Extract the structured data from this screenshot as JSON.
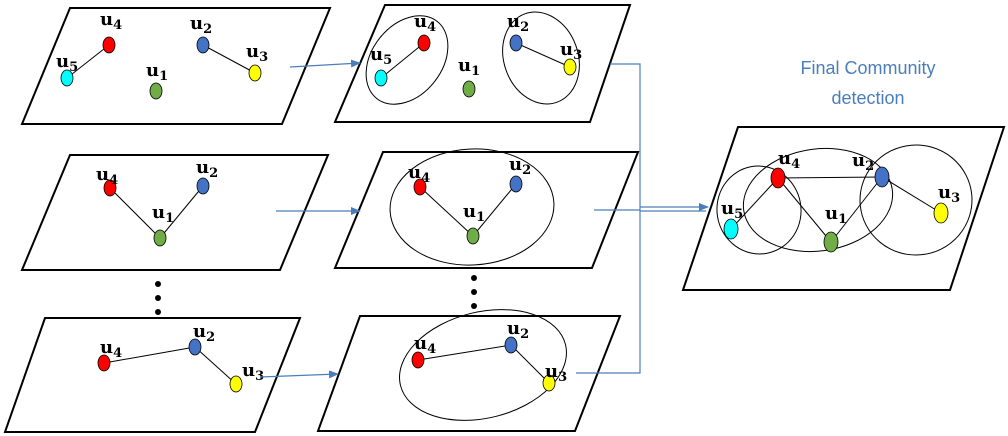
{
  "title_lines": [
    "Final Community",
    "detection"
  ],
  "labels": {
    "u1": {
      "base": "u",
      "sub": "1"
    },
    "u2": {
      "base": "u",
      "sub": "2"
    },
    "u3": {
      "base": "u",
      "sub": "3"
    },
    "u4": {
      "base": "u",
      "sub": "4"
    },
    "u5": {
      "base": "u",
      "sub": "5"
    }
  },
  "colors": {
    "u1": "#70ad47",
    "u2": "#4472c4",
    "u3": "#ffff00",
    "u4": "#ff0000",
    "u5": "#00ffff",
    "arrow": "#4a7ebb"
  }
}
